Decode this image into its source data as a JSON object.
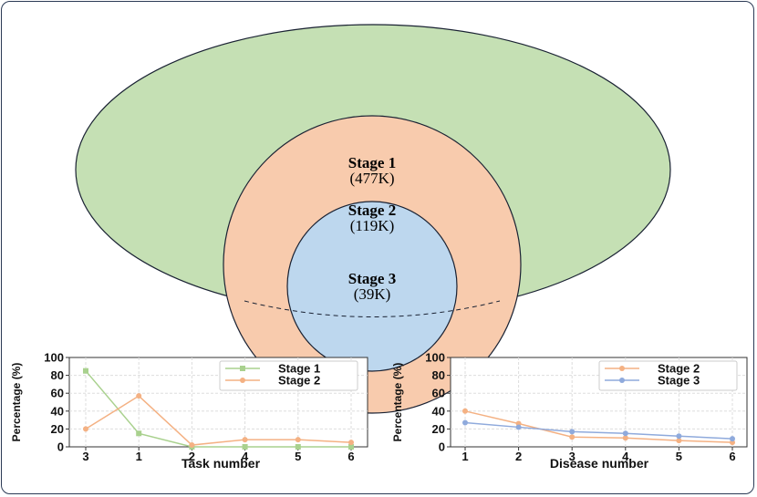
{
  "venn": {
    "stages": [
      {
        "label": "Stage 1",
        "count": "(477K)",
        "color": "#c5e0b4"
      },
      {
        "label": "Stage 2",
        "count": "(119K)",
        "color": "#f8cbad"
      },
      {
        "label": "Stage 3",
        "count": "(39K)",
        "color": "#bdd7ee"
      }
    ]
  },
  "chart_data": [
    {
      "type": "line",
      "xlabel": "Task number",
      "ylabel": "Percentage (%)",
      "categories": [
        "3",
        "1",
        "2",
        "4",
        "5",
        "6"
      ],
      "ylim": [
        0,
        100
      ],
      "yticks": [
        "0",
        "20",
        "40",
        "60",
        "80",
        "100"
      ],
      "grid": true,
      "legend": "top-right",
      "series": [
        {
          "name": "Stage 1",
          "color": "#a9d18e",
          "marker": "square",
          "values": [
            85,
            15,
            0,
            0,
            0,
            0
          ]
        },
        {
          "name": "Stage 2",
          "color": "#f4b183",
          "marker": "circle",
          "values": [
            20,
            57,
            2,
            8,
            8,
            5
          ]
        }
      ]
    },
    {
      "type": "line",
      "xlabel": "Disease number",
      "ylabel": "Percentage (%)",
      "categories": [
        "1",
        "2",
        "3",
        "4",
        "5",
        "6"
      ],
      "ylim": [
        0,
        100
      ],
      "yticks": [
        "0",
        "20",
        "40",
        "60",
        "80",
        "100"
      ],
      "grid": true,
      "legend": "top-right",
      "series": [
        {
          "name": "Stage 2",
          "color": "#f4b183",
          "marker": "circle",
          "values": [
            40,
            26,
            11,
            10,
            7,
            5
          ]
        },
        {
          "name": "Stage 3",
          "color": "#8faadc",
          "marker": "circle",
          "values": [
            27,
            22,
            17,
            15,
            12,
            9
          ]
        }
      ]
    }
  ]
}
